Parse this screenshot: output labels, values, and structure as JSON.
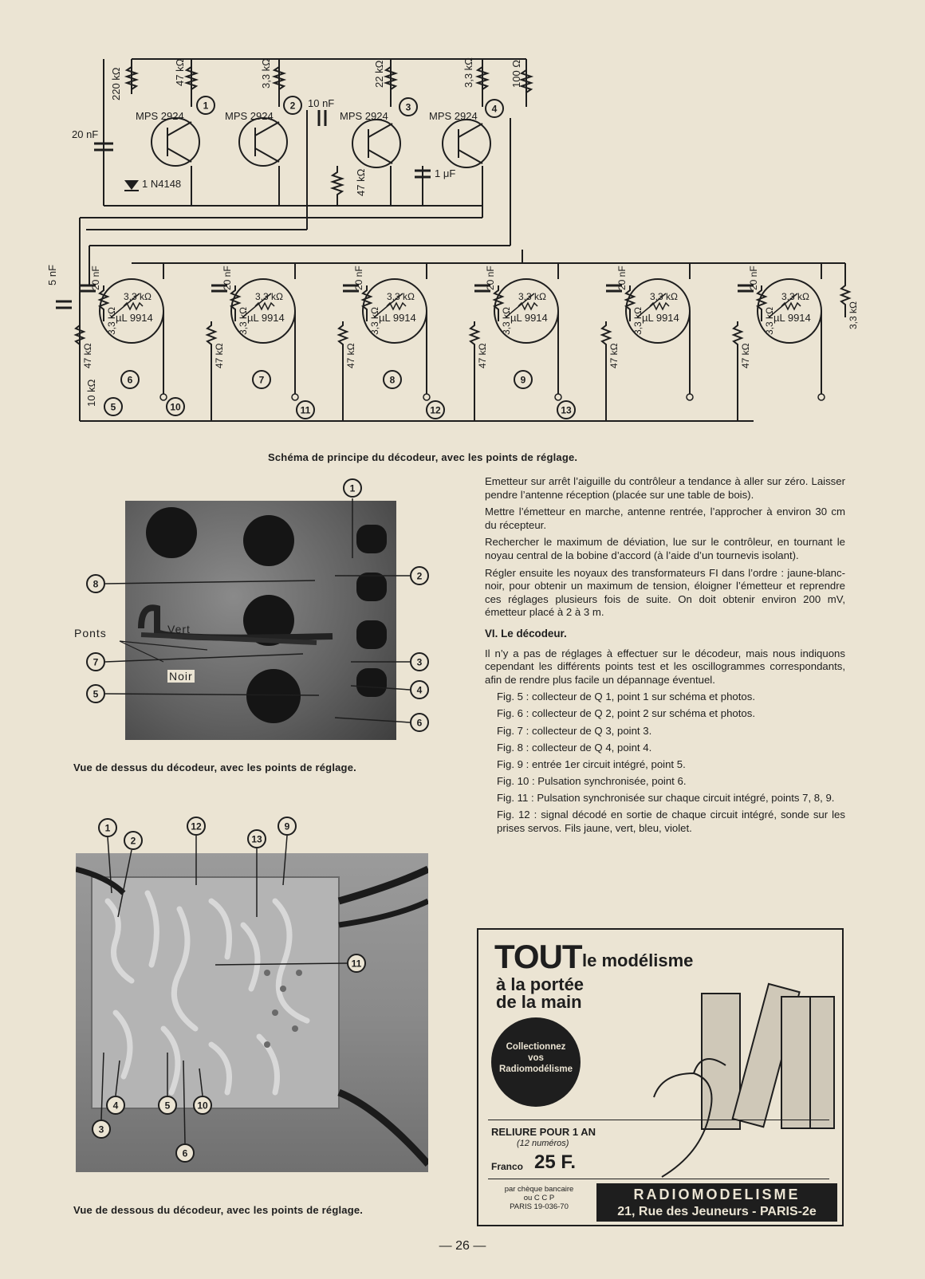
{
  "schematic": {
    "caption": "Schéma de principe du décodeur, avec les points de réglage.",
    "labels": {
      "r220k": "220 kΩ",
      "r47k": "47 kΩ",
      "r33k": "3,3 kΩ",
      "r22k": "22 kΩ",
      "r100": "100 Ω",
      "r10k": "10 kΩ",
      "c20n": "20 nF",
      "c10n": "10 nF",
      "c5n": "5 nF",
      "c1u": "1 μF",
      "transistor": "MPS 2924",
      "diode": "1 N4148",
      "ic": "µL 9914",
      "ic_res": "3,3 kΩ"
    },
    "points": [
      "1",
      "2",
      "3",
      "4",
      "5",
      "6",
      "7",
      "8",
      "9",
      "10",
      "11",
      "12",
      "13"
    ]
  },
  "photo_top": {
    "caption": "Vue de dessus du décodeur, avec les points de réglage.",
    "ponts": "Ponts",
    "vert": "Vert",
    "noir": "Noir",
    "points": [
      "1",
      "2",
      "3",
      "4",
      "5",
      "6",
      "7",
      "8"
    ]
  },
  "photo_bottom": {
    "caption": "Vue de dessous du décodeur, avec les points de réglage.",
    "points": [
      "1",
      "2",
      "3",
      "4",
      "5",
      "6",
      "9",
      "10",
      "11",
      "12",
      "13"
    ]
  },
  "article": {
    "p1": "Emetteur sur arrêt l’aiguille du contrôleur a tendance à aller sur zéro. Laisser pendre l’antenne réception (placée sur une table de bois).",
    "p2": "Mettre l’émetteur en marche, antenne rentrée, l’approcher à environ 30 cm du récepteur.",
    "p3": "Rechercher le maximum de déviation, lue sur le contrôleur, en tournant le noyau central de la bobine d’accord (à l’aide d’un tournevis isolant).",
    "p4": "Régler ensuite les noyaux des transformateurs FI dans l’ordre : jaune-blanc-noir, pour obtenir un maximum de tension, éloigner l’émetteur et reprendre ces réglages plusieurs fois de suite. On doit obtenir environ 200 mV, émetteur placé à 2 à 3 m.",
    "heading": "VI. Le décodeur.",
    "p5": "Il n’y a pas de réglages à effectuer sur le décodeur, mais nous indiquons cependant les différents points test et les oscillogrammes correspondants, afin de rendre plus facile un dépannage éventuel.",
    "figs": [
      "Fig. 5 : collecteur de Q 1, point 1 sur schéma et photos.",
      "Fig. 6 : collecteur de Q 2, point 2 sur schéma et photos.",
      "Fig. 7 : collecteur de Q 3, point 3.",
      "Fig. 8 : collecteur de Q 4, point 4.",
      "Fig. 9 : entrée 1er circuit intégré, point 5.",
      "Fig. 10 : Pulsation synchronisée, point 6.",
      "Fig. 11 : Pulsation synchronisée sur chaque circuit intégré, points 7, 8, 9.",
      "Fig. 12 : signal décodé en sortie de chaque circuit intégré, sonde sur les prises servos. Fils jaune, vert, bleu, violet."
    ]
  },
  "ad": {
    "tout": "TOUT",
    "line1": "le modélisme",
    "line2": "à la portée",
    "line3": "de la main",
    "circle_l1": "Collectionnez",
    "circle_l2": "vos",
    "circle_l3": "Radiomodélisme",
    "reliure": "RELIURE POUR 1 AN",
    "numeros": "(12 numéros)",
    "franco": "Franco",
    "price": "25 F.",
    "cheque_l1": "par chèque bancaire",
    "cheque_l2": "ou C C P",
    "cheque_l3": "PARIS 19-036-70",
    "brand": "RADIOMODELISME",
    "address": "21, Rue des Jeuneurs - PARIS-2e"
  },
  "page_number": "— 26 —"
}
